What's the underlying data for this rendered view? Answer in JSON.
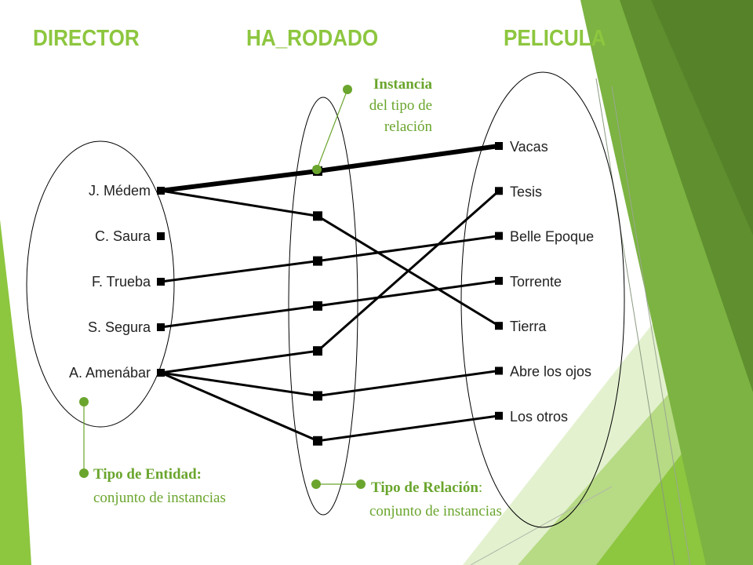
{
  "headers": {
    "director": "DIRECTOR",
    "ha_rodado": "HA_RODADO",
    "pelicula": "PELICULA"
  },
  "directors": [
    "J. Médem",
    "C. Saura",
    "F. Trueba",
    "S. Segura",
    "A. Amenábar"
  ],
  "movies": [
    "Vacas",
    "Tesis",
    "Belle Epoque",
    "Torrente",
    "Tierra",
    "Abre los ojos",
    "Los otros"
  ],
  "relations": [
    {
      "director": 0,
      "movie": 0,
      "highlight": true
    },
    {
      "director": 0,
      "movie": 4
    },
    {
      "director": 2,
      "movie": 2
    },
    {
      "director": 3,
      "movie": 3
    },
    {
      "director": 4,
      "movie": 1
    },
    {
      "director": 4,
      "movie": 5
    },
    {
      "director": 4,
      "movie": 6
    }
  ],
  "annotations": {
    "instancia": {
      "bold": "Instancia",
      "line1": "del tipo de",
      "line2": "relación"
    },
    "tipo_entidad": {
      "bold": "Tipo de Entidad:",
      "rest": "conjunto de instancias"
    },
    "tipo_relacion": {
      "bold": "Tipo de Relación",
      "colon": ":",
      "rest": "conjunto de instancias"
    }
  },
  "colors": {
    "header": "#8dc63f",
    "annotation": "#6aa52d",
    "line": "#000000",
    "accent_dark": "#5a8f2b",
    "accent_mid": "#7cb342",
    "accent_light": "#a5d26b",
    "accent_pale": "#d6ebb5"
  }
}
